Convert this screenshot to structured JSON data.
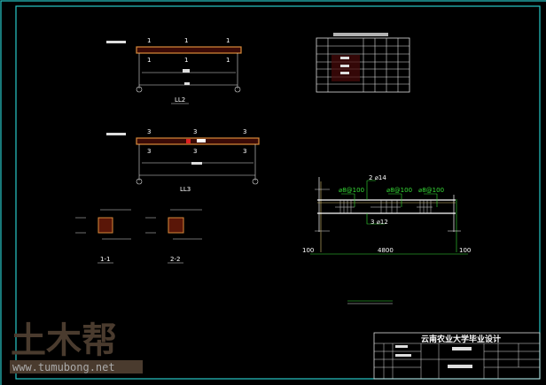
{
  "drawing": {
    "beam_ll2": {
      "title": "LL2",
      "marks_top": [
        "1",
        "1",
        "1"
      ],
      "marks_bottom": [
        "1",
        "1",
        "1"
      ]
    },
    "beam_ll3": {
      "title": "LL3",
      "marks_top": [
        "3",
        "3",
        "3"
      ],
      "marks_bottom": [
        "3",
        "3",
        "3"
      ]
    },
    "section_1": "1-1",
    "section_2": "2-2",
    "detail": {
      "top_bar": "2 ⌀14",
      "bottom_bar": "3 ⌀12",
      "stirrups": [
        "⌀8@100",
        "⌀8@100",
        "⌀8@100"
      ],
      "dims": [
        "100",
        "4800",
        "100"
      ]
    },
    "title_block": {
      "school": "云南农业大学毕业设计"
    }
  },
  "watermark": {
    "logo": "土木帮",
    "url": "www.tumubong.net"
  },
  "colors": {
    "frame": "#29c7c7",
    "beam": "#d98a3a",
    "rebar": "#37e037",
    "background": "#000000"
  }
}
